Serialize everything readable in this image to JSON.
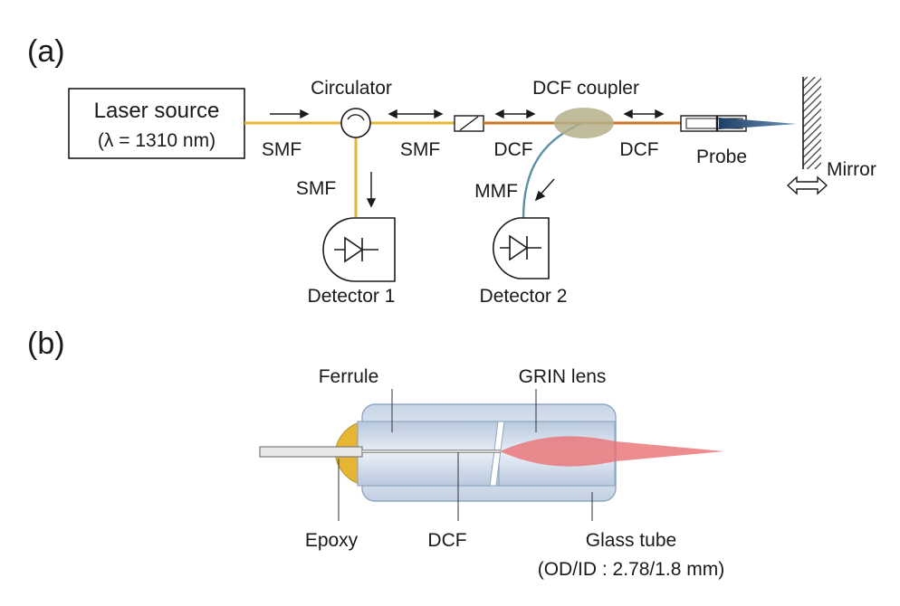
{
  "panel_a": {
    "label": "(a)",
    "laser_source_line1": "Laser source",
    "laser_source_line2": "(λ = 1310 nm)",
    "circulator": "Circulator",
    "dcf_coupler": "DCF coupler",
    "fiber_smf_1": "SMF",
    "fiber_smf_2": "SMF",
    "fiber_smf_3": "SMF",
    "fiber_dcf_1": "DCF",
    "fiber_dcf_2": "DCF",
    "fiber_mmf": "MMF",
    "probe": "Probe",
    "mirror": "Mirror",
    "detector_1": "Detector 1",
    "detector_2": "Detector 2"
  },
  "panel_b": {
    "label": "(b)",
    "ferrule": "Ferrule",
    "grin_lens": "GRIN lens",
    "epoxy": "Epoxy",
    "dcf": "DCF",
    "glass_tube_line1": "Glass tube",
    "glass_tube_line2": "(OD/ID : 2.78/1.8 mm)"
  },
  "colors": {
    "smf_fiber": "#e8b33a",
    "dcf_fiber": "#c9752a",
    "mmf_fiber": "#5b8fa6",
    "coupler": "#b5b08a",
    "probe_beam": "#3d5f85",
    "epoxy": "#e7b534",
    "glass": "#d6e2ef",
    "beam_red": "#ea7074"
  }
}
